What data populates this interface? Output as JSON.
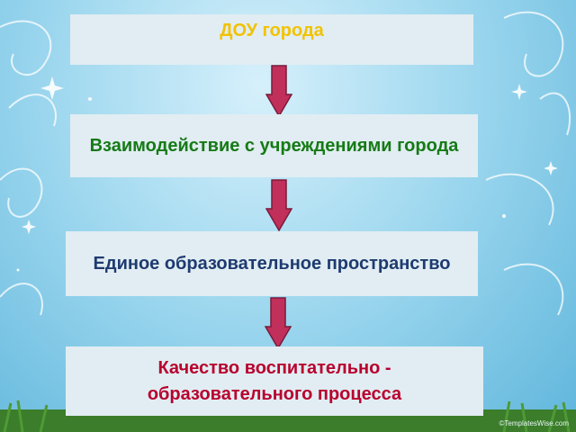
{
  "boxes": [
    {
      "label": "ДОУ  города"
    },
    {
      "label": "Взаимодействие с учреждениями города"
    },
    {
      "label": "Единое образовательное пространство"
    },
    {
      "label": "Качество воспитательно - образовательного процесса"
    }
  ],
  "watermark": "©TemplatesWise.com",
  "colors": {
    "box_bg": "#e1edf2",
    "arrow_fill": "#c0305a",
    "arrow_stroke": "#7a1a3a",
    "title_text": "#f2c200",
    "box2_text": "#167a16",
    "box3_text": "#1e3b70",
    "box4_text": "#b8002e"
  }
}
